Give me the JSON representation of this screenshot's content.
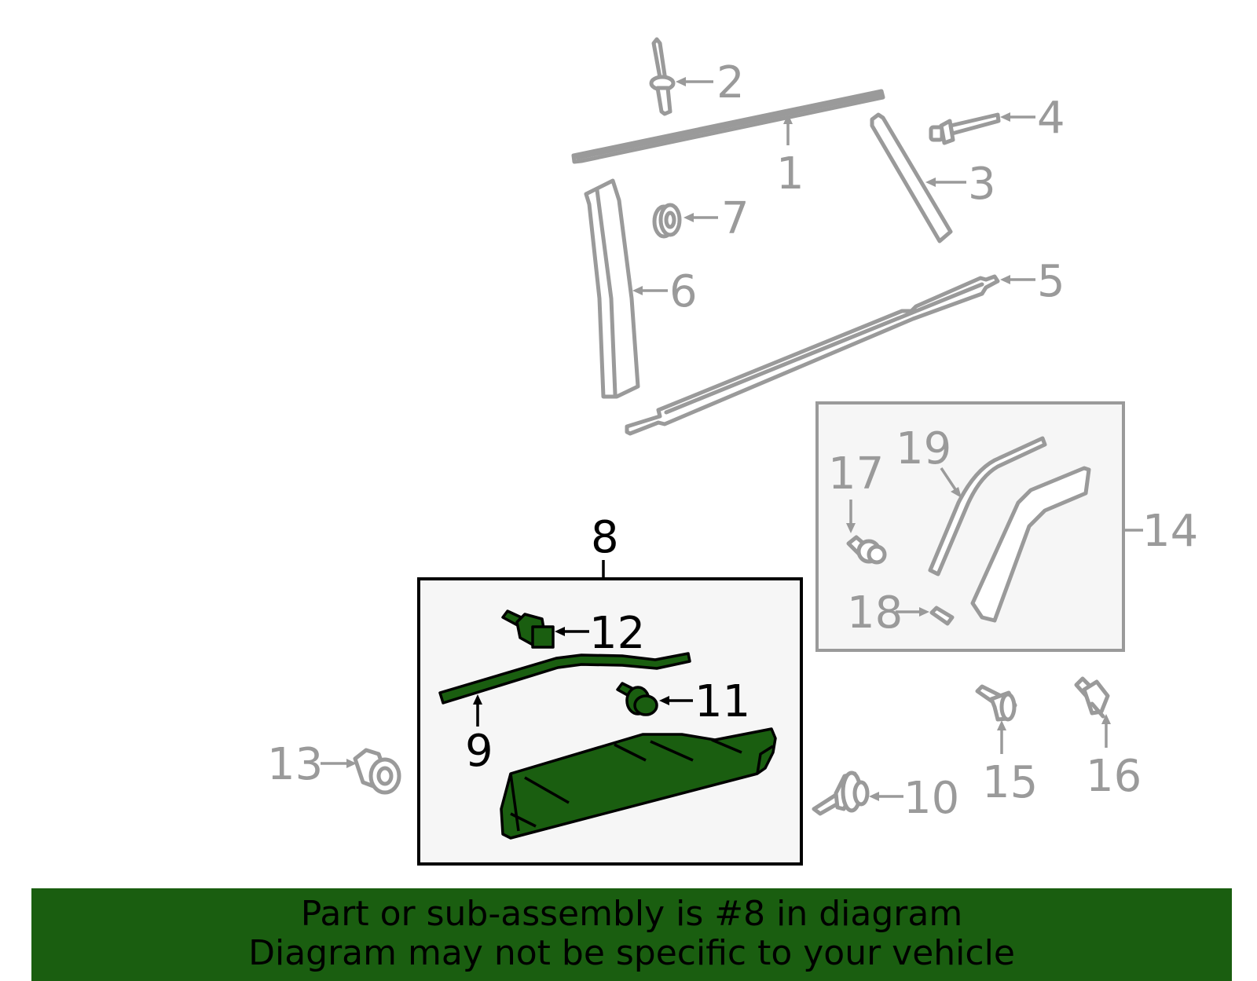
{
  "diagram": {
    "callouts": {
      "c1": "1",
      "c2": "2",
      "c3": "3",
      "c4": "4",
      "c5": "5",
      "c6": "6",
      "c7": "7",
      "c8": "8",
      "c9": "9",
      "c10": "10",
      "c11": "11",
      "c12": "12",
      "c13": "13",
      "c14": "14",
      "c15": "15",
      "c16": "16",
      "c17": "17",
      "c18": "18",
      "c19": "19"
    },
    "highlighted_part": "8",
    "highlight_color": "#1a5e10",
    "part_color": "#9a9a9a"
  },
  "banner": {
    "line1": "Part or sub-assembly is #8 in diagram",
    "line2": "Diagram may not be specific to your vehicle",
    "background": "#1a5e10"
  }
}
